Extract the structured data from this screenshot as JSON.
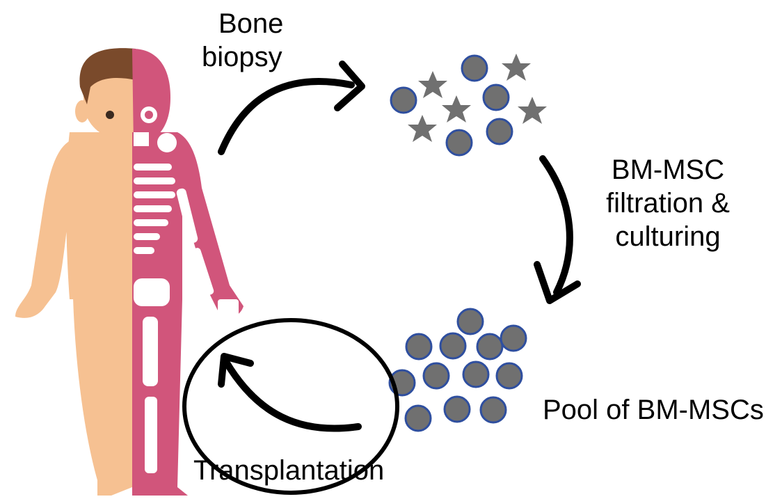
{
  "labels": {
    "bone_biopsy_line1": "Bone",
    "bone_biopsy_line2": "biopsy",
    "bm_msc_line1": "BM-MSC",
    "bm_msc_line2": "filtration &",
    "bm_msc_line3": "culturing",
    "pool": "Pool of BM-MSCs",
    "transplantation": "Transplantation"
  },
  "colors": {
    "cell_fill": "#707070",
    "cell_stroke": "#2f4f9f",
    "skin": "#f6c192",
    "skeleton_pink": "#d1557b",
    "hair": "#7a4a2b",
    "arrow": "#000000"
  },
  "icons": {
    "human": "human-anatomy-icon",
    "stem_cell": "stem-cell-icon",
    "other_cell": "star-cell-icon"
  }
}
